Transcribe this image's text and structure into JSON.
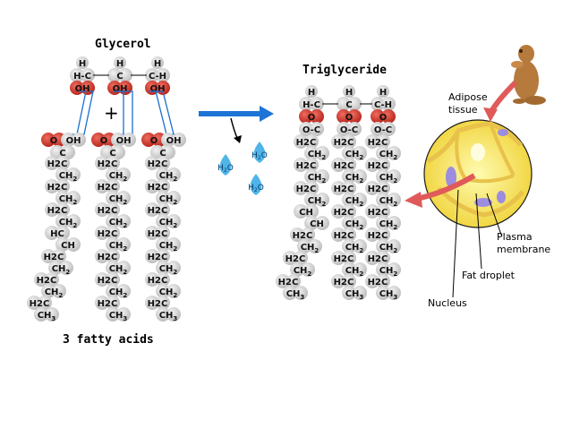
{
  "titles": {
    "glycerol": "Glycerol",
    "fatty_acids": "3 fatty acids",
    "triglyceride": "Triglyceride"
  },
  "symbols": {
    "plus": "+",
    "water": "H2O"
  },
  "labels": {
    "adipose_tissue_1": "Adipose",
    "adipose_tissue_2": "tissue",
    "plasma_membrane_1": "Plasma",
    "plasma_membrane_2": "membrane",
    "fat_droplet": "Fat droplet",
    "nucleus": "Nucleus"
  },
  "glycerol_atoms": {
    "hc": "H-C",
    "c": "C",
    "ch": "C-H",
    "h": "H",
    "oh": "OH"
  },
  "fatty_acid_atoms": {
    "o": "O",
    "oh": "OH",
    "c": "C",
    "h2c": "H2C",
    "ch2": "CH2",
    "ch3": "CH3",
    "hc": "HC",
    "ch": "CH"
  },
  "triglyceride_atoms": {
    "h": "H",
    "c": "C",
    "hc": "H-C",
    "ch": "C-H",
    "o": "O",
    "oc": "O-C",
    "h2c": "H2C",
    "ch2": "CH2",
    "ch3": "CH3",
    "chain_ch": "CH"
  },
  "colors": {
    "atom_fill": "#d7d7d7",
    "oxygen_fill": "#d33b30",
    "bond_line": "#1a6fd0",
    "water_drop": "#4fb5e8",
    "arrow_blue": "#1e73d6",
    "arrow_red": "#e05a5a",
    "cell_yellow": "#fbf27a",
    "marmot": "#b57a3c"
  },
  "icons": {
    "animal": "marmot-icon",
    "cell": "fat-cell-illustration"
  }
}
